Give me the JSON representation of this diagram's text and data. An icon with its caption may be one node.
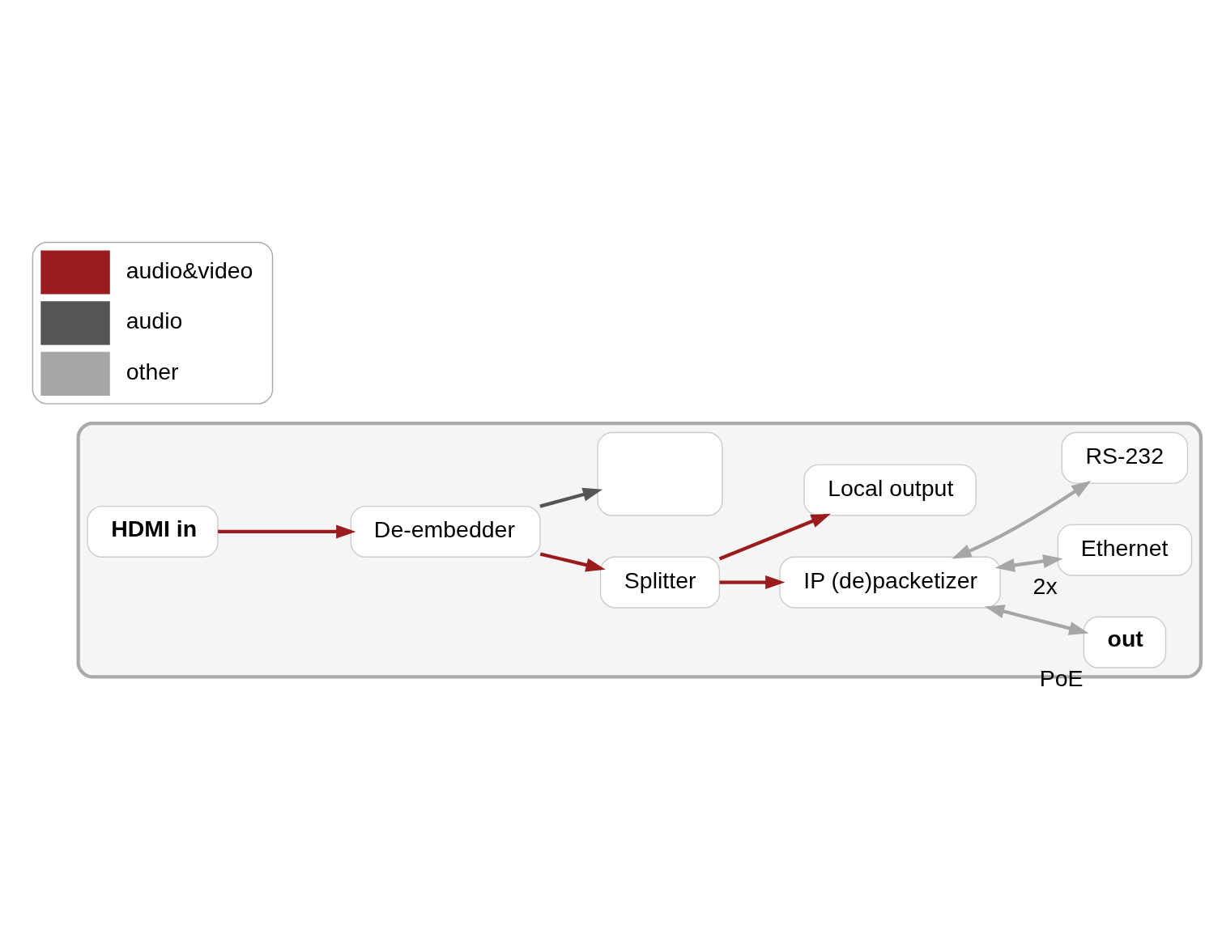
{
  "diagram": {
    "nodes": [
      {
        "text": [],
        "shape": "box"
      },
      {
        "text": [
          "HDMI in"
        ],
        "in": 0
      },
      {
        "text": [
          "De-embedder"
        ],
        "in": 0
      },
      {
        "text": [
          "Splitter"
        ],
        "in": 0
      },
      {
        "text": [
          "IP (de)packetizer"
        ],
        "in": 0
      },
      {
        "text": [],
        "shape": "box",
        "in": 0
      },
      {
        "text": [
          "Local output"
        ],
        "in": 0
      },
      {
        "text": [
          "out"
        ],
        "beside": [
          "PoE"
        ],
        "in": 0
      },
      {
        "text": [
          "Ethernet"
        ],
        "beside": [
          "2x"
        ],
        "in": 0
      },
      {
        "text": [
          "RS-232"
        ],
        "in": 0
      }
    ],
    "edges": [
      {
        "from": 1,
        "to": 2,
        "arrow": "to"
      },
      {
        "from": 2,
        "to": 3,
        "arrow": "to"
      },
      {
        "from": 3,
        "to": 4,
        "arrow": "to"
      },
      {
        "from": 2,
        "to": 5,
        "arrow": "to",
        "color": "#555555"
      },
      {
        "from": 3,
        "to": 6,
        "arrow": "to"
      },
      {
        "from": 4,
        "to": 7,
        "arrow": "both",
        "color": "#a6a6a6"
      },
      {
        "from": 4,
        "to": 8,
        "arrow": "both",
        "color": "#a6a6a6"
      },
      {
        "from": 4,
        "to": 9,
        "arrow": "both",
        "color": "#a6a6a6"
      }
    ],
    "legend": [
      {
        "text": "audio&video",
        "color": "#9b1c1f"
      },
      {
        "text": "audio",
        "color": "#555555"
      },
      {
        "text": "other",
        "color": "#a6a6a6"
      }
    ]
  }
}
